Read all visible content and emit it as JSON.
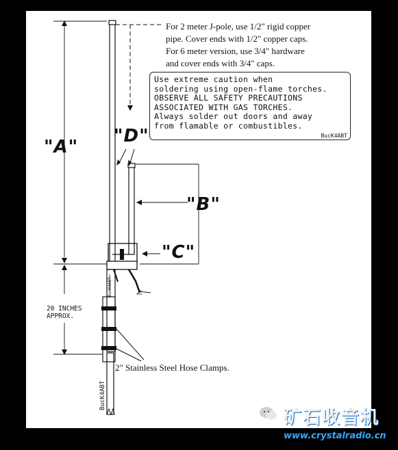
{
  "notes": {
    "copper_note_lines": [
      "For 2 meter J-pole, use 1/2\" rigid copper",
      "pipe.  Cover ends with 1/2\" copper caps.",
      "For 6 meter version, use 3/4\" hardware",
      "and cover ends with 3/4\" caps."
    ],
    "caution_lines": [
      "Use extreme caution when",
      "soldering using open-flame torches.",
      "OBSERVE ALL SAFETY PRECAUTIONS",
      "ASSOCIATED WITH GAS TORCHES.",
      "Always solder out doors and away",
      "from flamable or combustibles."
    ],
    "caution_signature": "BucK4ABT"
  },
  "dimensions": {
    "a": "\"A\"",
    "b": "\"B\"",
    "c": "\"C\"",
    "d": "\"D\"",
    "approx_lines": [
      "20 INCHES",
      "APPROX."
    ]
  },
  "labels": {
    "clamps": "2\" Stainless Steel Hose Clamps.",
    "mast_callsign": "BucK4ABT",
    "stub_callsign": "BucK4ABT"
  },
  "watermark": {
    "title": "矿石收音机",
    "url": "www.crystalradio.cn"
  },
  "colors": {
    "background": "#000000",
    "paper": "#ffffff",
    "ink": "#111111",
    "watermark_url": "#33aaff"
  }
}
